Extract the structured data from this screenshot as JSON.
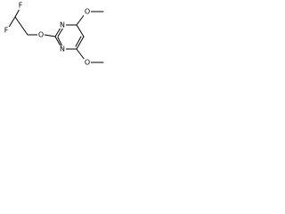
{
  "molecule": {
    "atoms": {
      "fluorine_top": "F",
      "fluorine_left": "F",
      "ether_oxygen": "O",
      "methoxy_oxygen_top": "O",
      "methoxy_oxygen_bottom": "O",
      "ring_nitrogen_upper": "N",
      "ring_nitrogen_lower": "N"
    },
    "colors": {
      "bond": "#000000",
      "label": "#000000",
      "background": "#ffffff"
    }
  }
}
